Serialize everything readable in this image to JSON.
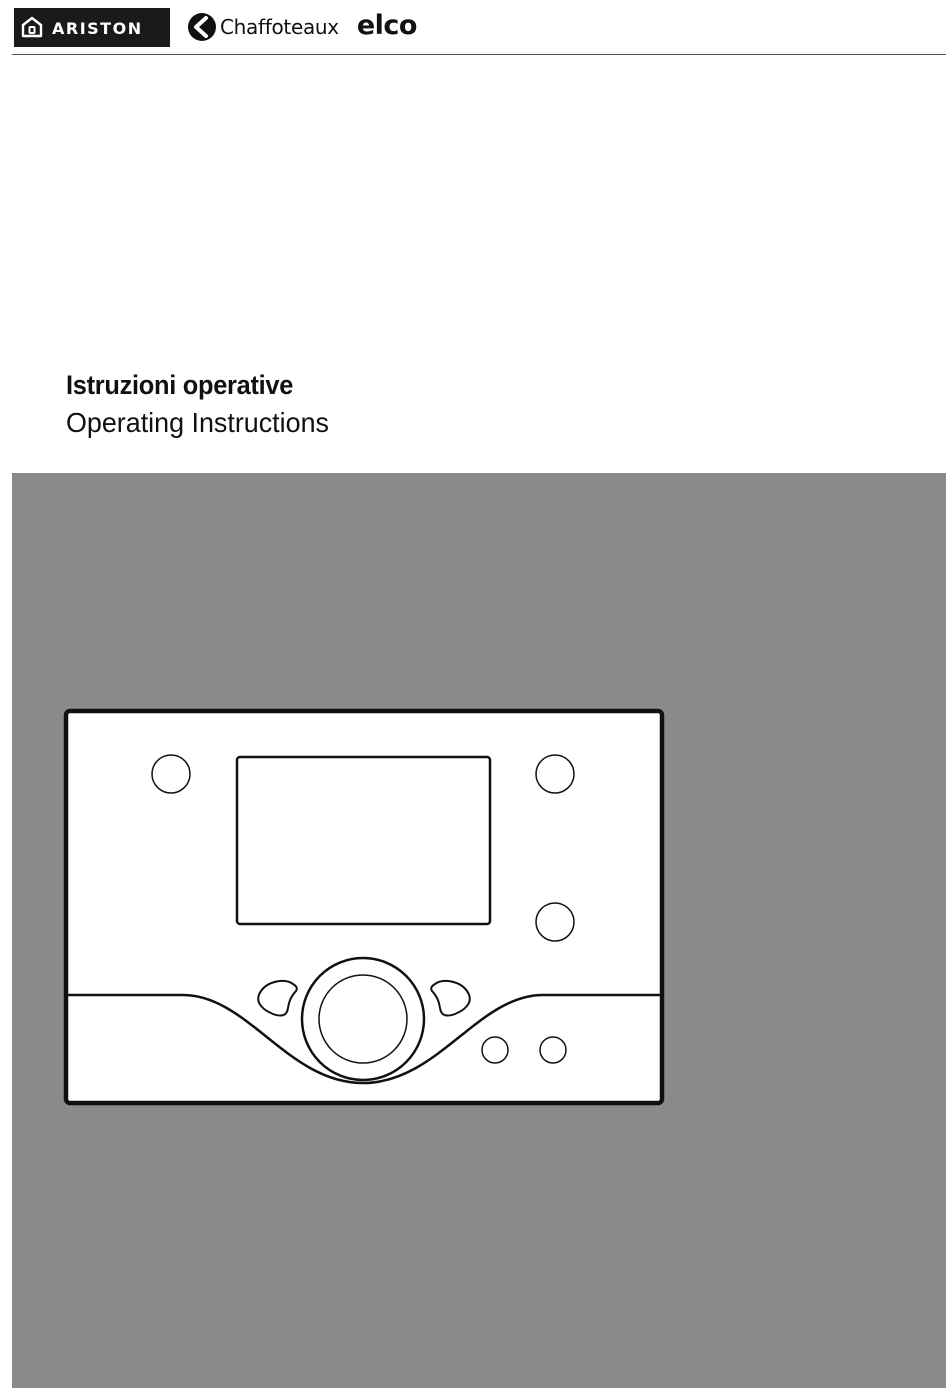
{
  "brands": {
    "ariston": "ARISTON",
    "chaffoteaux": "Chaffoteaux",
    "elco": "elco"
  },
  "title": {
    "italian": "Istruzioni operative",
    "english": "Operating Instructions"
  },
  "colors": {
    "background": "#ffffff",
    "panel": "#8a8a8a",
    "logo_block": "#1a1a1a",
    "device_face": "#ffffff",
    "outline": "#111111"
  },
  "illustration": {
    "subject": "room-controller-device",
    "icons": [
      "house-icon",
      "chaffoteaux-chevron-icon"
    ]
  }
}
